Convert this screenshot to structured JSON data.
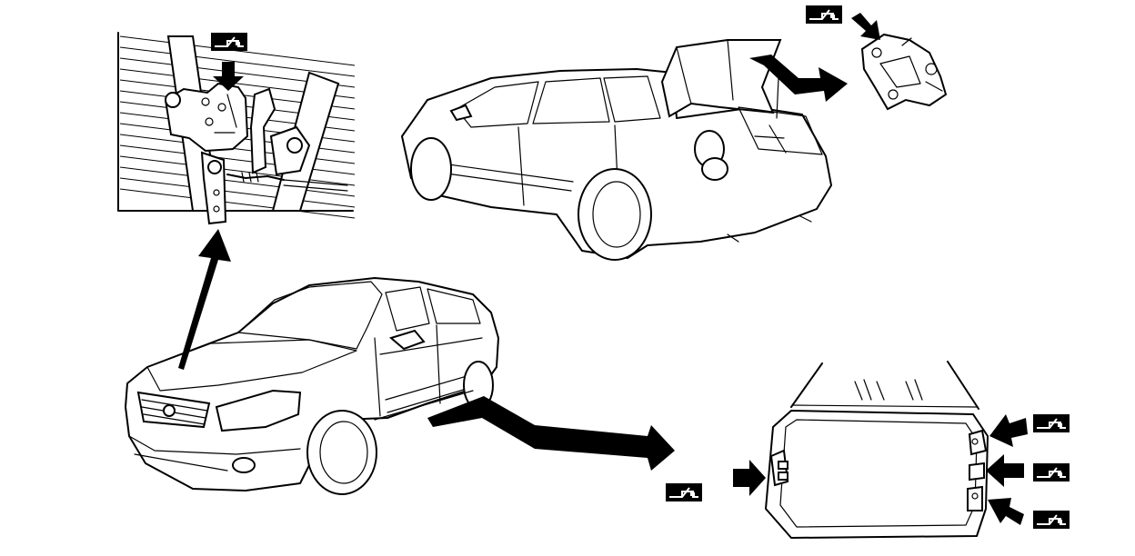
{
  "figure": {
    "callouts": [
      {
        "name": "hood-lock-callout",
        "icon": "lubricate-icon"
      },
      {
        "name": "trunk-lock-callout",
        "icon": "lubricate-icon"
      },
      {
        "name": "door-front-callout",
        "icon": "lubricate-icon"
      },
      {
        "name": "door-upper-hinge-callout",
        "icon": "lubricate-icon"
      },
      {
        "name": "door-middle-hinge-callout",
        "icon": "lubricate-icon"
      },
      {
        "name": "door-lower-hinge-callout",
        "icon": "lubricate-icon"
      }
    ],
    "colors": {
      "line": "#000000",
      "background": "#ffffff"
    }
  }
}
